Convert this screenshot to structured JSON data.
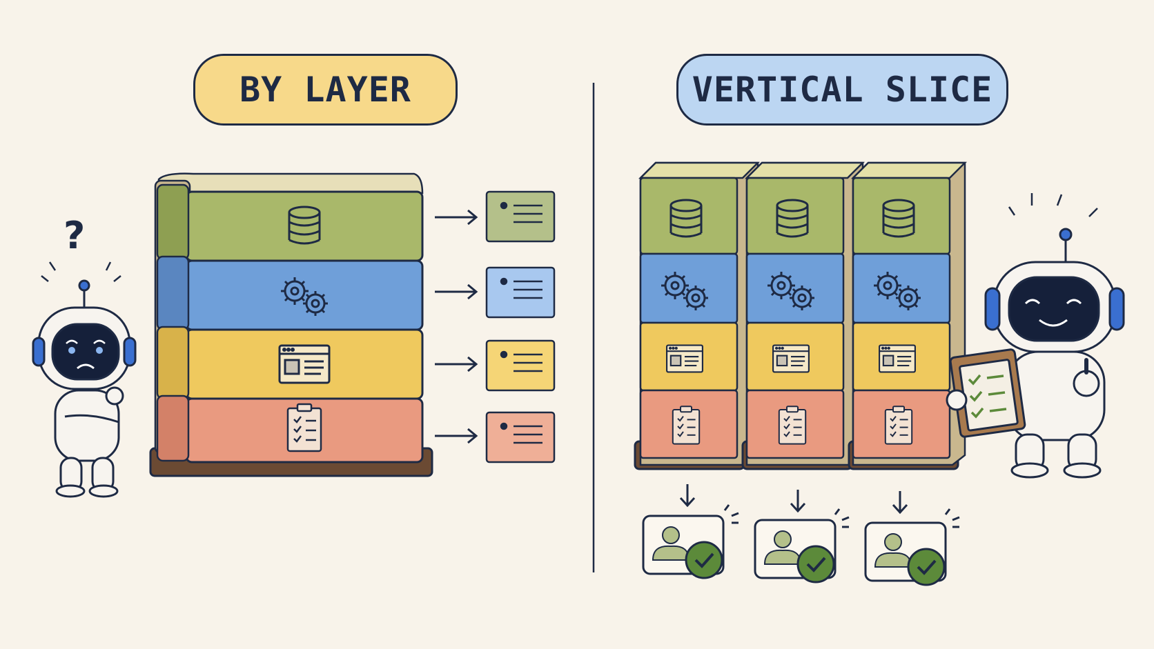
{
  "titles": {
    "left": "BY LAYER",
    "right": "VERTICAL SLICE"
  },
  "colors": {
    "background": "#f8f3ea",
    "ink": "#1e2a44",
    "green_layer": "#a9b86a",
    "blue_layer": "#6f9fd9",
    "yellow_layer": "#efc95e",
    "red_layer": "#e99a80",
    "pallet": "#6b4a33",
    "check_green": "#5c8a3a",
    "left_pill": "#f7d98a",
    "right_pill": "#bcd6f2"
  },
  "layers": [
    {
      "name": "data",
      "icon": "database-icon"
    },
    {
      "name": "logic",
      "icon": "gears-icon"
    },
    {
      "name": "ui",
      "icon": "window-icon"
    },
    {
      "name": "tests",
      "icon": "clipboard-icon"
    }
  ],
  "robots": {
    "left": {
      "mood": "confused",
      "icon": "question-mark-icon"
    },
    "right": {
      "mood": "happy",
      "icon": "checklist-clipboard-icon"
    }
  }
}
